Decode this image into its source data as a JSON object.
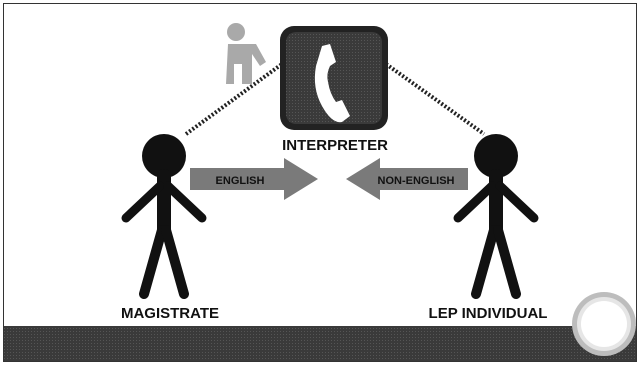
{
  "labels": {
    "interpreter": "INTERPRETER",
    "magistrate": "MAGISTRATE",
    "lep_individual": "LEP INDIVIDUAL",
    "arrow_left": "ENGLISH",
    "arrow_right": "NON-ENGLISH"
  },
  "icons": {
    "center": "telephone-icon",
    "behind_phone": "person-figure-icon",
    "corner": "circular-badge-icon"
  },
  "colors": {
    "figure": "#111111",
    "phone_box": "#333333",
    "arrow": "#777777",
    "bottom_band": "#2a2a2a",
    "gray_figure": "#a9a9a9"
  }
}
